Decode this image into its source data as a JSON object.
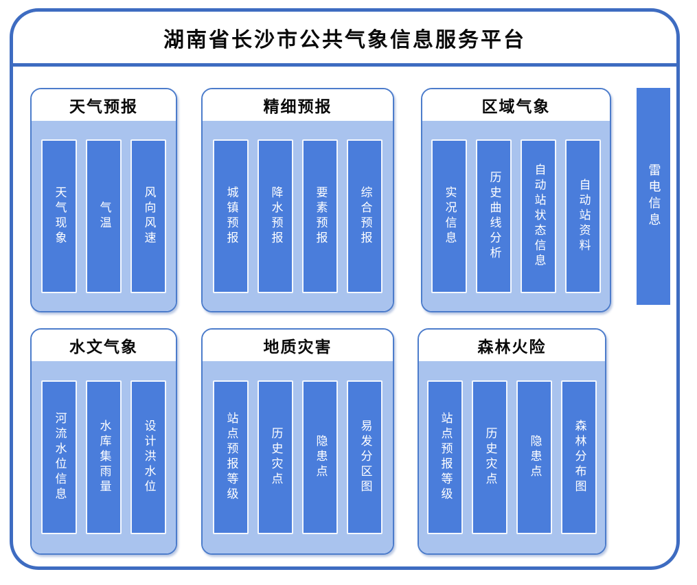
{
  "title": "湖南省长沙市公共气象信息服务平台",
  "colors": {
    "frame_border": "#3E6CC1",
    "panel_border": "#4C7CCB",
    "panel_body": "#A9C3EE",
    "bar_fill": "#4A7DDB",
    "bar_text": "#FFFFFF",
    "title_text": "#0A0A0A"
  },
  "panels": [
    {
      "title": "天气预报",
      "bars": [
        "天气现象",
        "气温",
        "风向风速"
      ]
    },
    {
      "title": "精细预报",
      "bars": [
        "城镇预报",
        "降水预报",
        "要素预报",
        "综合预报"
      ]
    },
    {
      "title": "区域气象",
      "bars": [
        "实况信息",
        "历史曲线分析",
        "自动站状态信息",
        "自动站资料"
      ]
    },
    {
      "title": "水文气象",
      "bars": [
        "河流水位信息",
        "水库集雨量",
        "设计洪水位"
      ]
    },
    {
      "title": "地质灾害",
      "bars": [
        "站点预报等级",
        "历史灾点",
        "隐患点",
        "易发分区图"
      ]
    },
    {
      "title": "森林火险",
      "bars": [
        "站点预报等级",
        "历史灾点",
        "隐患点",
        "森林分布图"
      ]
    }
  ],
  "side_bar": {
    "label": "雷电信息"
  }
}
